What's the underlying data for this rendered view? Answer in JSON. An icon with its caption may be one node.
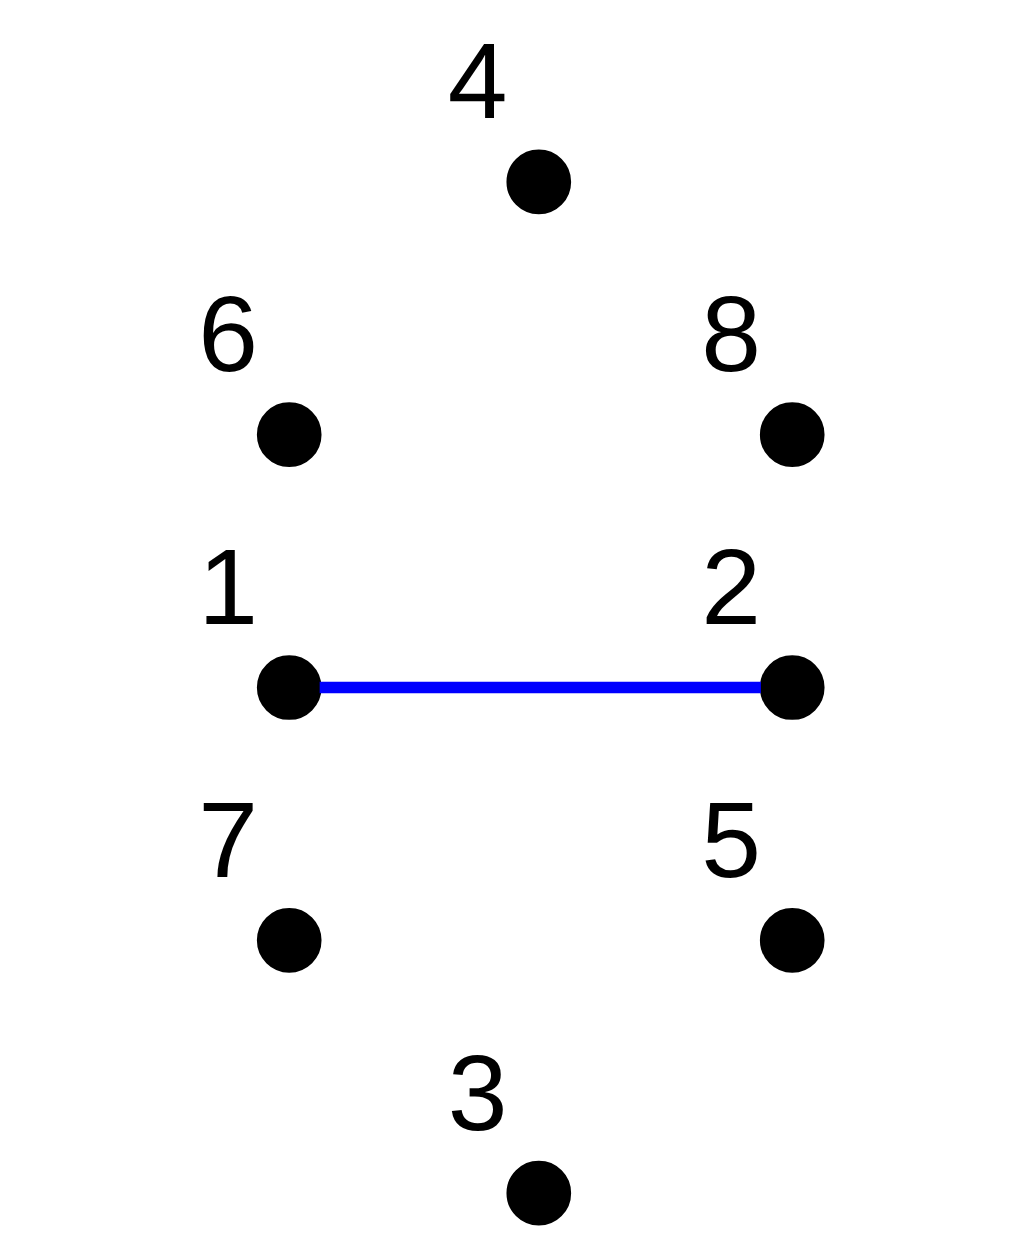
{
  "diagram": {
    "nodes": [
      {
        "text": [],
        "shape": "circle",
        "beside": [
          "4"
        ]
      },
      {
        "text": [],
        "shape": "circle",
        "beside": [
          "6"
        ]
      },
      {
        "text": [],
        "shape": "circle",
        "beside": [
          "8"
        ]
      },
      {
        "text": [],
        "shape": "circle",
        "beside": [
          "1"
        ]
      },
      {
        "text": [],
        "shape": "circle",
        "beside": [
          "2"
        ]
      },
      {
        "text": [],
        "shape": "circle",
        "beside": [
          "7"
        ]
      },
      {
        "text": [],
        "shape": "circle",
        "beside": [
          "5"
        ]
      },
      {
        "text": [],
        "shape": "circle",
        "beside": [
          "3"
        ]
      }
    ],
    "edges": [
      {
        "from": 3,
        "to": 4,
        "arrow": "none",
        "color": "#0000ff"
      }
    ]
  }
}
